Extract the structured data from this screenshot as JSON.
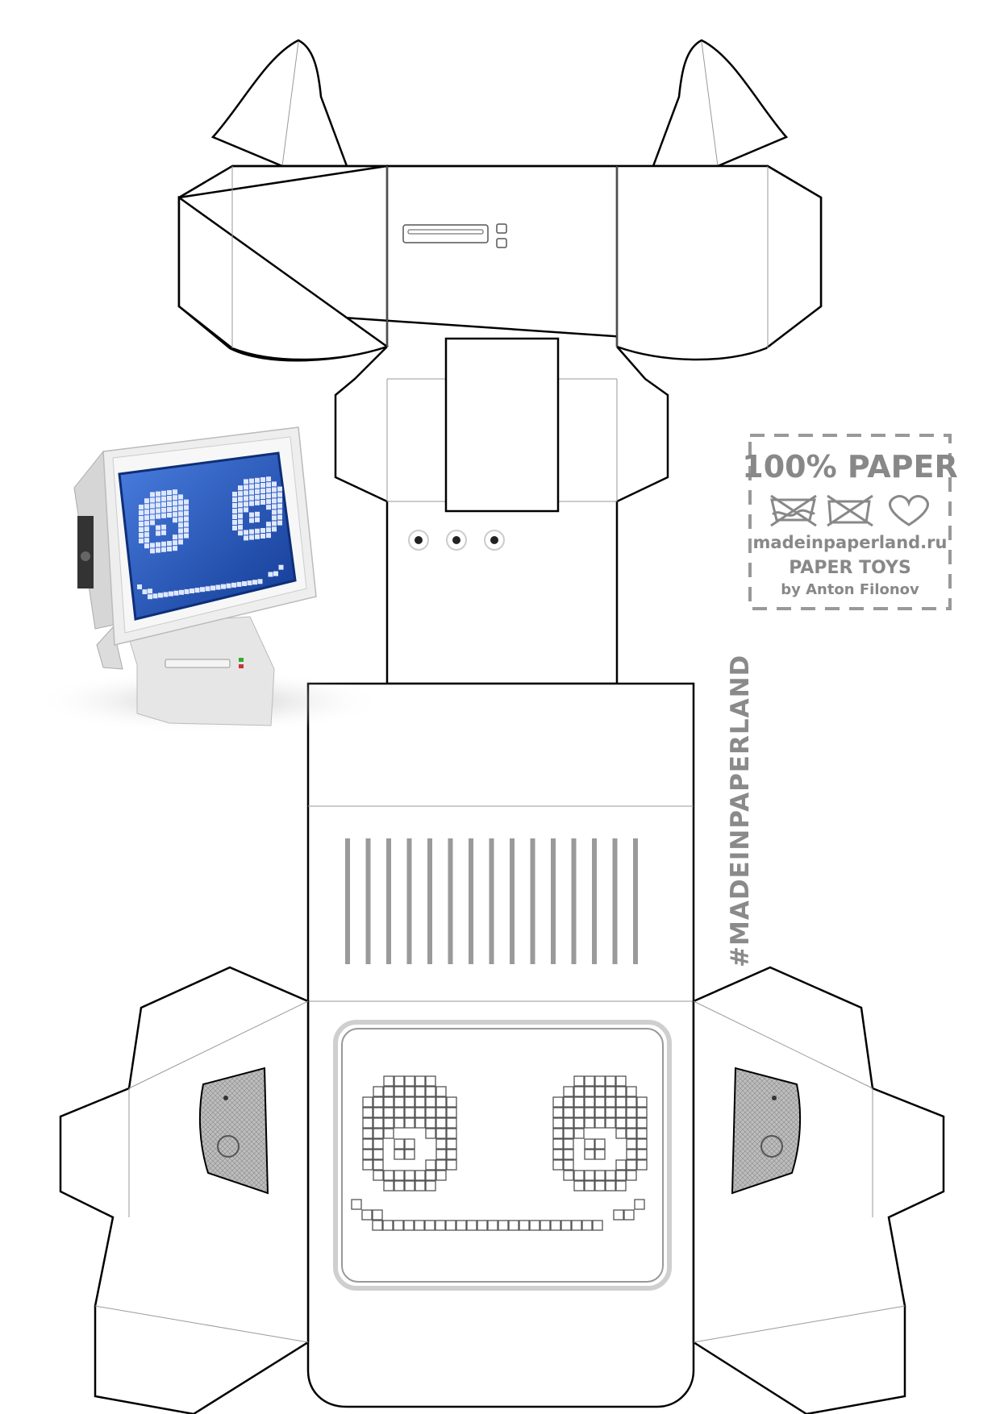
{
  "stamp": {
    "title": "100% PAPER",
    "website": "madeinpaperland.ru",
    "subtitle": "PAPER TOYS",
    "author": "by Anton Filonov"
  },
  "hashtag": "#MADEINPAPERLAND",
  "colors": {
    "outline": "#000000",
    "fold": "#9a9a9a",
    "stamp": "#888888",
    "grid": "#555555",
    "vent": "#9a9a9a",
    "screen_blue": "#1c4fb8"
  },
  "icons": [
    "no-wash-icon",
    "no-iron-icon",
    "heart-icon"
  ],
  "preview": "finished-computer-robot"
}
